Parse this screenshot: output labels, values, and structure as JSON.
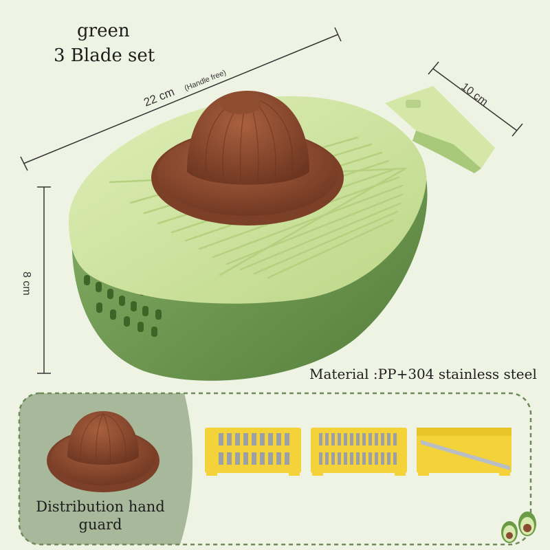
{
  "header": {
    "color_label": "green",
    "set_label": "3 Blade set"
  },
  "dimensions": {
    "length_value": "22 cm",
    "length_note": "(Handle free)",
    "width_value": "10 cm",
    "height_value": "8 cm"
  },
  "material_label": "Material :PP+304 stainless steel",
  "accessories": {
    "guard_caption": "Distribution hand guard"
  },
  "colors": {
    "background": "#eef3e4",
    "lid_green": "#cfe3a2",
    "base_green": "#6e9a4e",
    "guard_brown": "#8b4a32",
    "blade_yellow": "#f3d23a",
    "panel_left": "#a8b89a"
  }
}
